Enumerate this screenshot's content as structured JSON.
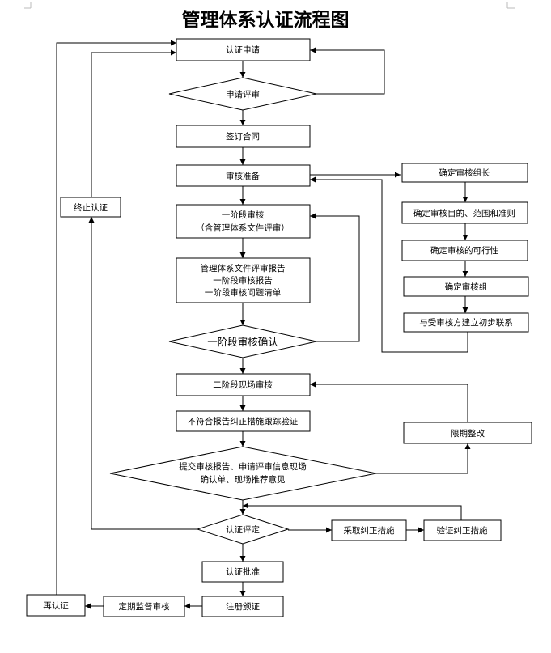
{
  "title": "管理体系认证流程图",
  "nodes": {
    "apply": "认证申请",
    "review": "申请评审",
    "contract": "签订合同",
    "prep": "审核准备",
    "stage1_l1": "一阶段审核",
    "stage1_l2": "（含管理体系文件评审）",
    "report_l1": "管理体系文件评审报告",
    "report_l2": "一阶段审核报告",
    "report_l3": "一阶段审核问题清单",
    "confirm1": "一阶段审核确认",
    "stage2": "二阶段现场审核",
    "nc_verify": "不符合报告纠正措施跟踪验证",
    "submit_l1": "提交审核报告、申请评审信息现场",
    "submit_l2": "确认单、现场推荐意见",
    "decision": "认证评定",
    "approve": "认证批准",
    "register": "注册颁证",
    "surveillance": "定期监督审核",
    "recert": "再认证",
    "terminate": "终止认证",
    "leader": "确定审核组长",
    "scope": "确定审核目的、范围和准则",
    "feasible": "确定审核的可行性",
    "team": "确定审核组",
    "contact": "与受审核方建立初步联系",
    "rectify": "限期整改",
    "corrective": "采取纠正措施",
    "verify_corr": "验证纠正措施"
  }
}
